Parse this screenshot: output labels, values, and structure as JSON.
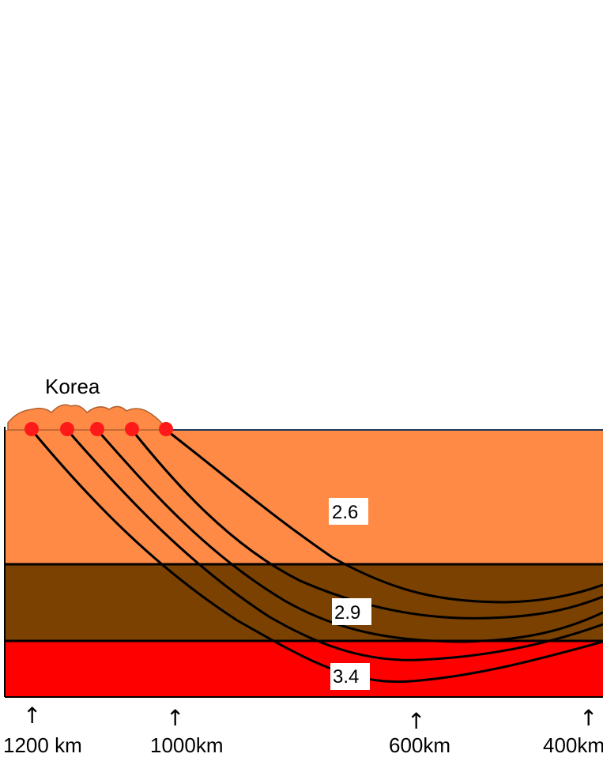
{
  "region_label": "Korea",
  "layers": [
    {
      "velocity_label": "2.6",
      "color": "#fe8a46"
    },
    {
      "velocity_label": "2.9",
      "color": "#7b4100"
    },
    {
      "velocity_label": "3.4",
      "color": "#fe0000"
    }
  ],
  "distance_markers": [
    {
      "label": "1200 km",
      "arrow": "↑"
    },
    {
      "label": "1000km",
      "arrow": "↑"
    },
    {
      "label": "600km",
      "arrow": "↑"
    },
    {
      "label": "400km",
      "arrow": "↑"
    }
  ],
  "colors": {
    "source_point": "#ff1a1a",
    "ray_path": "#000000",
    "mountain_fill": "#fe8a46",
    "surface_line": "#1f3b5c"
  },
  "source_count": 5
}
